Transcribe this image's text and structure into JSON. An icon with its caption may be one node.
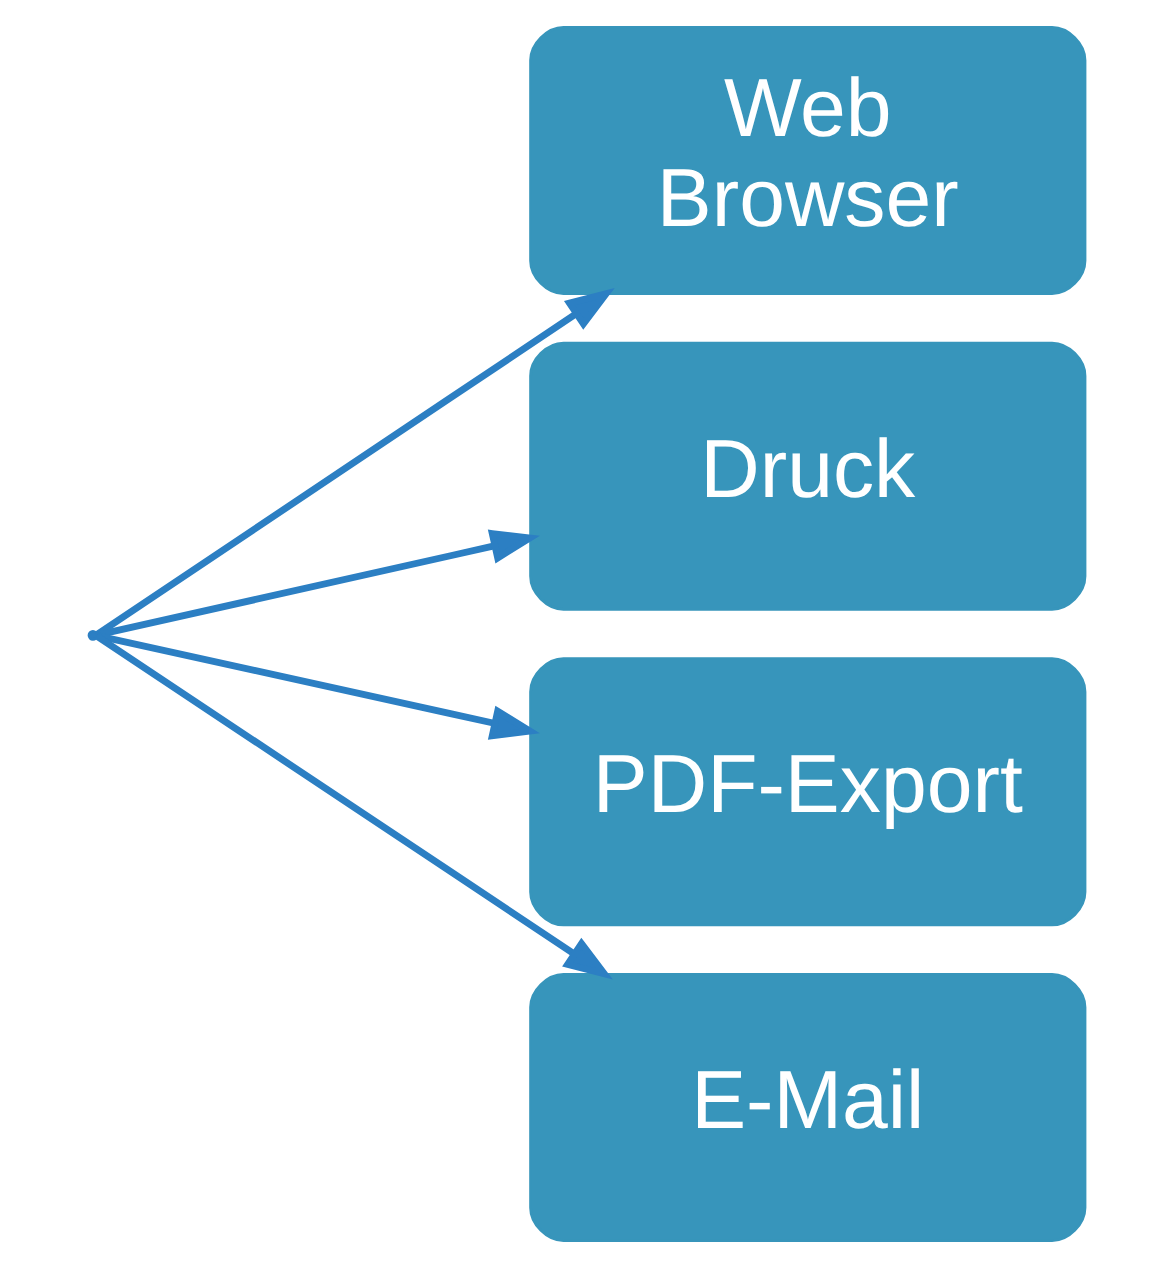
{
  "diagram": {
    "nodes": [
      {
        "text": [],
        "shape": "point"
      },
      {
        "text": [
          "Web Browser"
        ]
      },
      {
        "text": [
          "Druck"
        ]
      },
      {
        "text": [
          "PDF-Export"
        ]
      },
      {
        "text": [
          "E-Mail"
        ]
      }
    ],
    "edges": [
      {
        "from": 0,
        "to": 1,
        "arrow": "to"
      },
      {
        "from": 0,
        "to": 2,
        "arrow": "to"
      },
      {
        "from": 0,
        "to": 3,
        "arrow": "to"
      },
      {
        "from": 0,
        "to": 4,
        "arrow": "to"
      }
    ]
  }
}
